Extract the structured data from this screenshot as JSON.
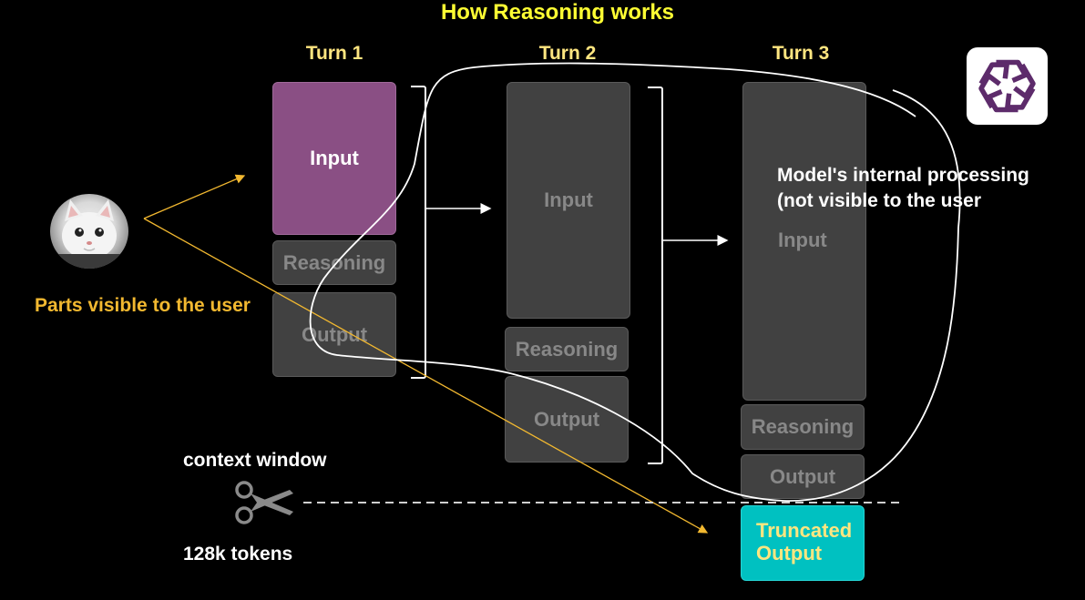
{
  "title": "How Reasoning works",
  "turns": [
    {
      "label": "Turn 1",
      "input": "Input",
      "reasoning": "Reasoning",
      "output": "Output"
    },
    {
      "label": "Turn 2",
      "input": "Input",
      "reasoning": "Reasoning",
      "output": "Output"
    },
    {
      "label": "Turn 3",
      "input": "Input",
      "reasoning": "Reasoning",
      "output": "Output"
    }
  ],
  "truncated_output": "Truncated Output",
  "visible_parts_label": "Parts visible to the user",
  "internal_processing_label": "Model's internal processing (not visible to the user",
  "context_window_label": "context window",
  "tokens_label": "128k tokens",
  "icons": {
    "user": "cat-avatar-icon",
    "logo": "openai-logo-icon",
    "cut": "scissors-icon"
  },
  "colors": {
    "title": "#ffff33",
    "turn_label": "#ffe680",
    "input_visible": "#8a4f84",
    "hidden_box": "#414141",
    "truncated": "#00c1c1",
    "annotation": "#f2b830",
    "logo_purple": "#5d2b6b"
  }
}
